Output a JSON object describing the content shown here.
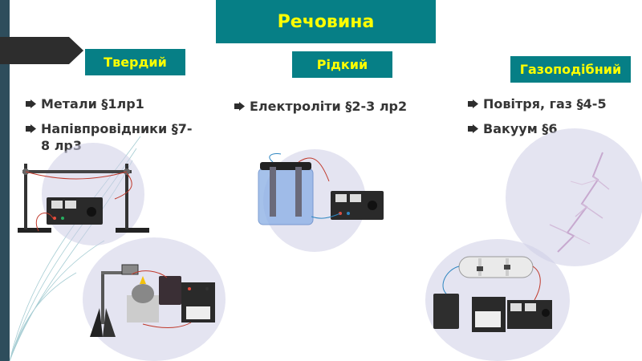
{
  "title": "Речовина",
  "categories": {
    "solid": {
      "label": "Твердий",
      "items": [
        "Метали §1лр1",
        "Напівпровідники §7-8 лр3"
      ]
    },
    "liquid": {
      "label": "Рідкий",
      "items": [
        "Електроліти §2-3 лр2"
      ]
    },
    "gas": {
      "label": "Газоподібний",
      "items": [
        "Повітря, газ §4-5",
        "Вакуум §6"
      ]
    }
  },
  "colors": {
    "header_bg": "#067f86",
    "header_text": "#ffff00",
    "bullet_text": "#353535",
    "circle_bg": "#cdcee6"
  },
  "icons": {
    "bullet": "arrow-right-icon"
  }
}
